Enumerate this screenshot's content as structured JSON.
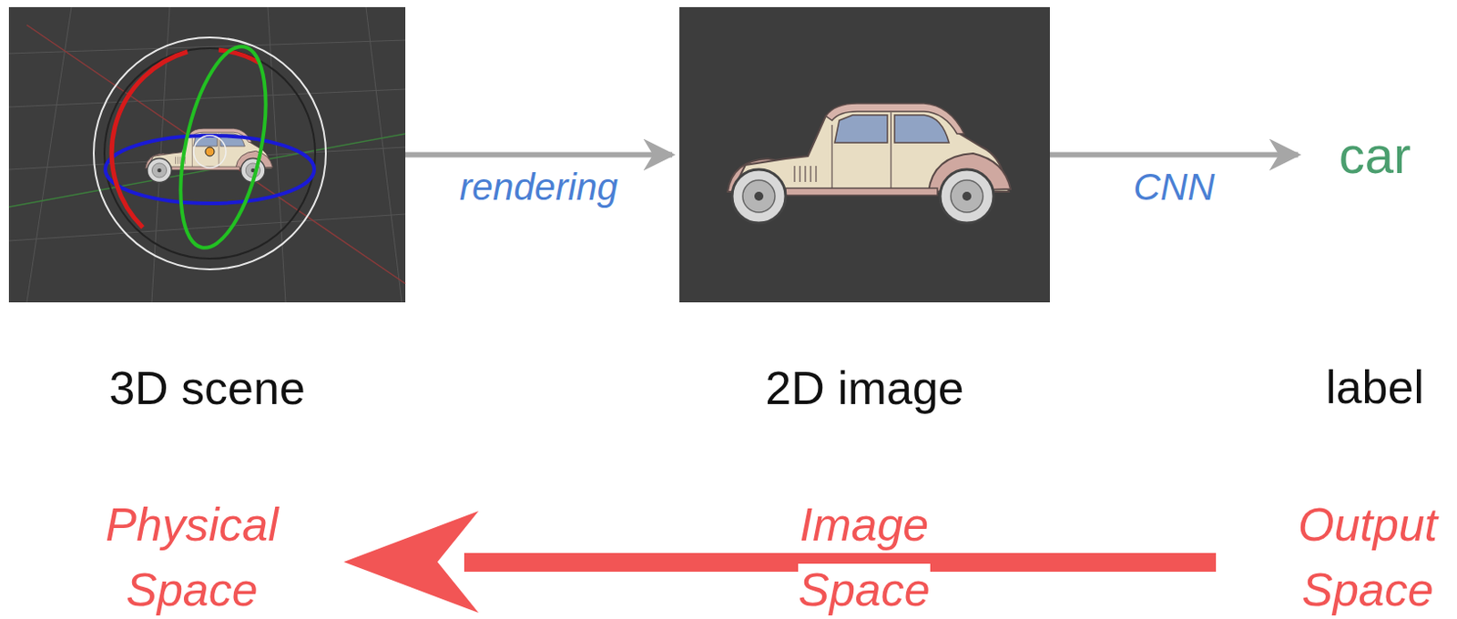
{
  "diagram": {
    "nodes": [
      {
        "text": [
          "3D scene"
        ]
      },
      {
        "text": [
          "2D image"
        ]
      },
      {
        "text": [
          "car",
          "label"
        ]
      }
    ],
    "edges": [
      {
        "from": 0,
        "to": 1,
        "label": "rendering",
        "arrow": "to"
      },
      {
        "from": 1,
        "to": 2,
        "label": "CNN",
        "arrow": "to"
      }
    ],
    "labels": [
      "Physical Space",
      "Image Space",
      "Output Space"
    ]
  }
}
